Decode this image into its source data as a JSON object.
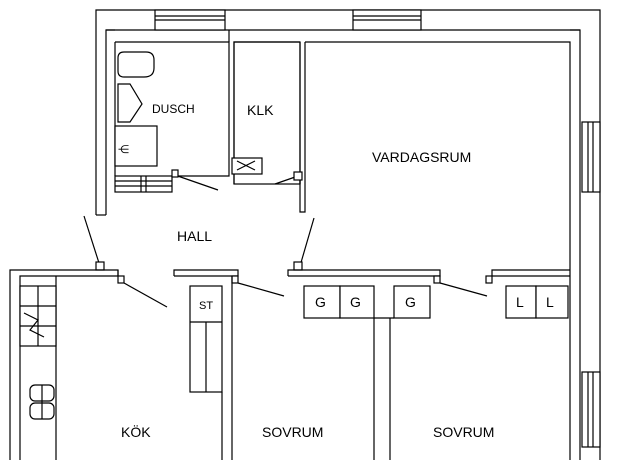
{
  "rooms": {
    "dusch": "DUSCH",
    "klk": "KLK",
    "vardagsrum": "VARDAGSRUM",
    "hall": "HALL",
    "kok": "KÖK",
    "sovrum_1": "SOVRUM",
    "sovrum_2": "SOVRUM"
  },
  "fixtures": {
    "st": "ST",
    "g1": "G",
    "g2": "G",
    "g3": "G",
    "l1": "L",
    "l2": "L"
  }
}
